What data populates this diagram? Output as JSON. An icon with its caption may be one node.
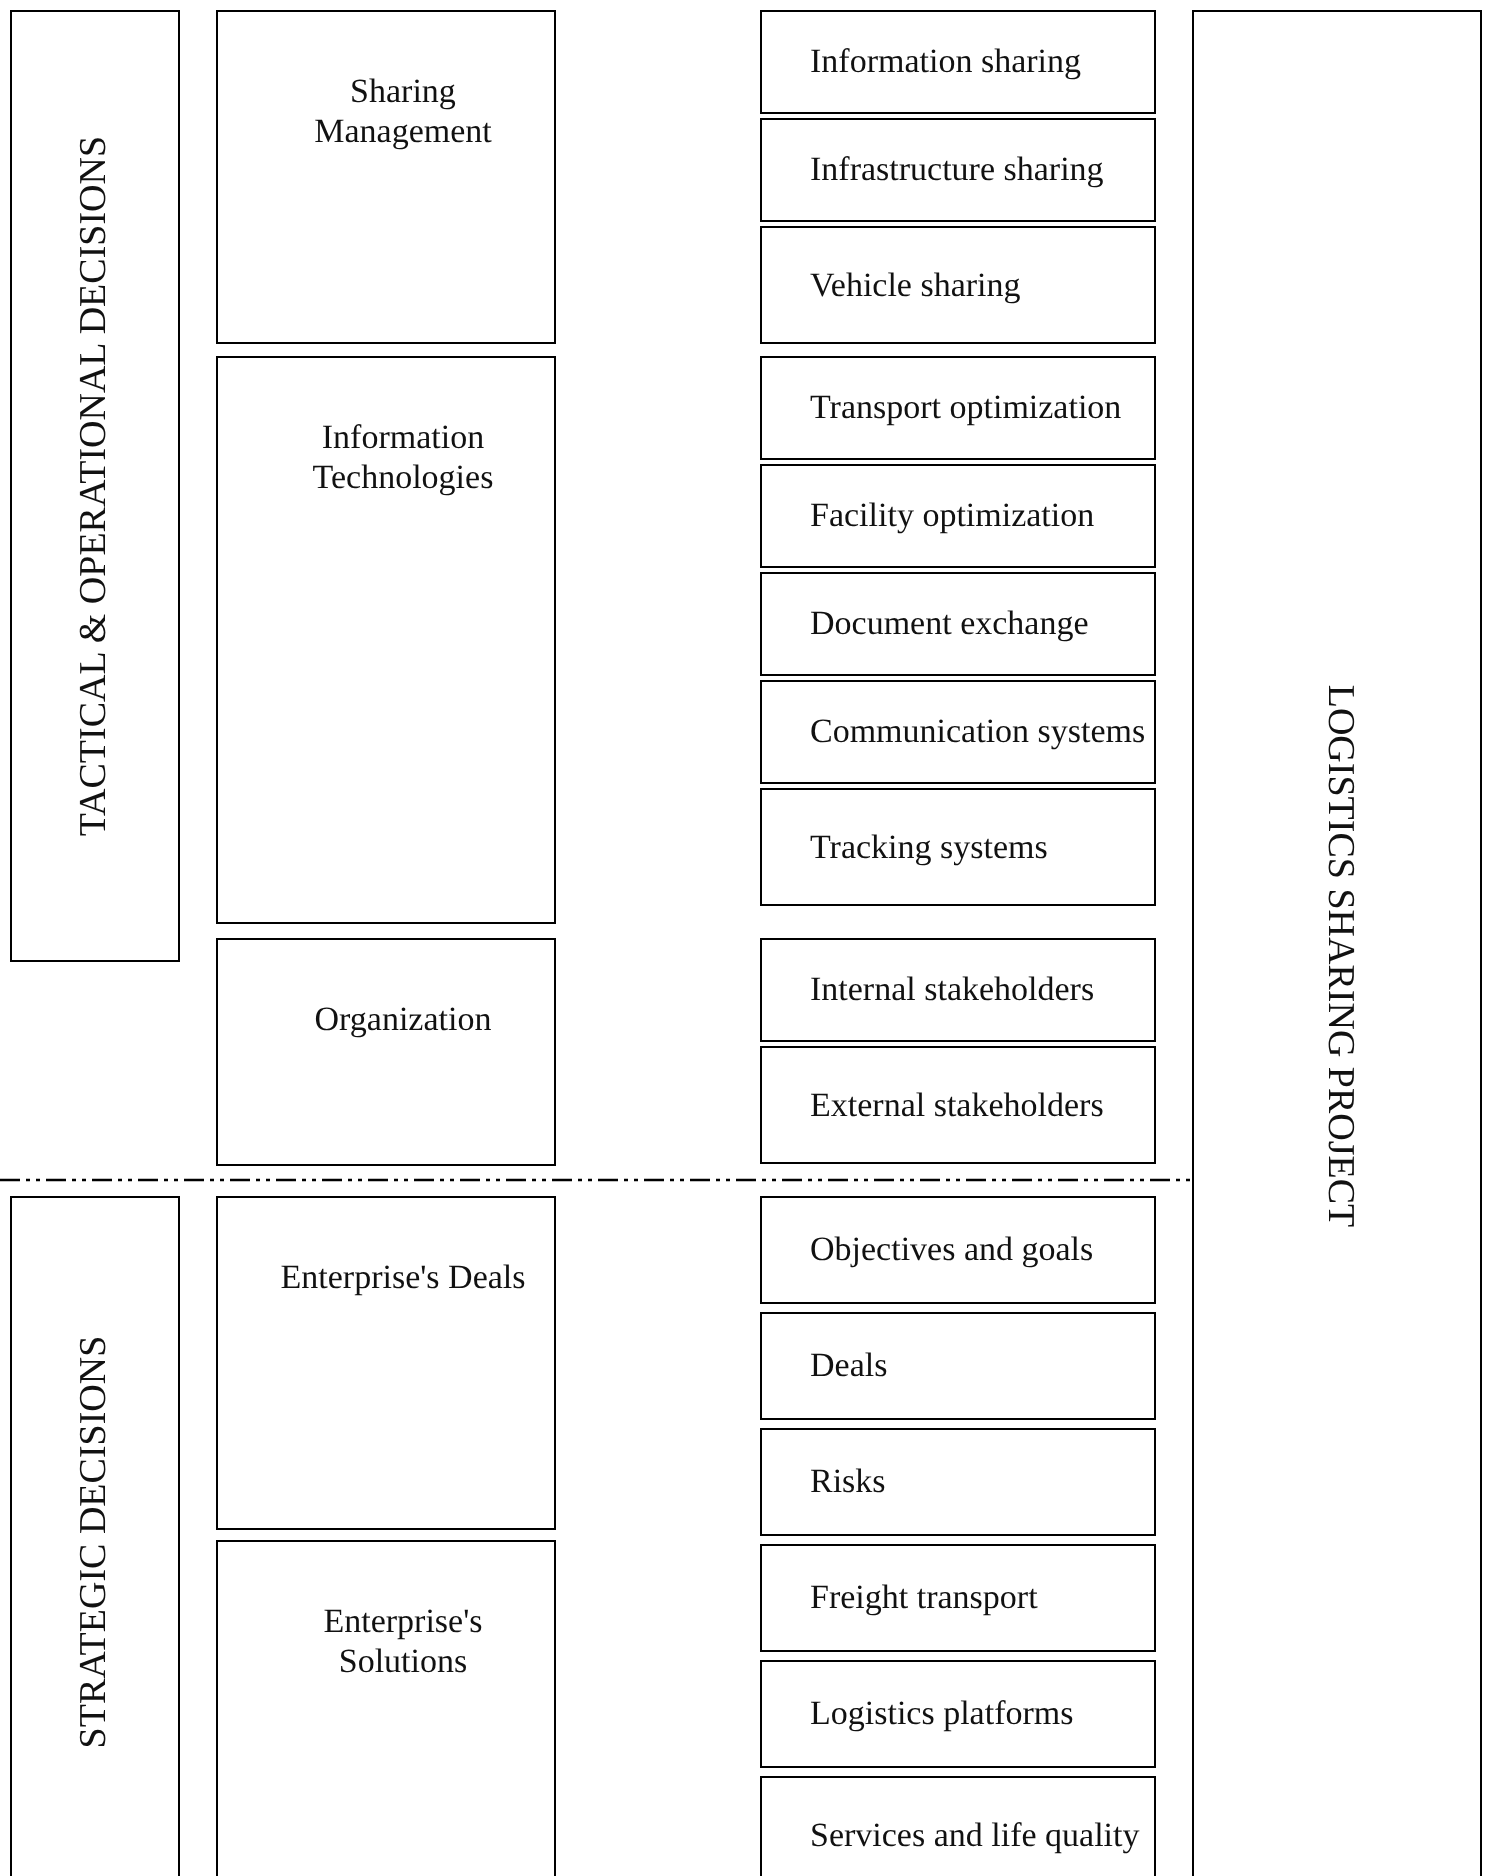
{
  "diagram": {
    "nodes": [
      {
        "text": [
          "TACTICAL & OPERATIONAL DECISIONS"
        ]
      },
      {
        "text": [
          "STRATEGIC DECISIONS"
        ]
      },
      {
        "text": [
          "Sharing Management"
        ]
      },
      {
        "text": [
          "Information sharing"
        ]
      },
      {
        "text": [
          "Infrastructure sharing"
        ]
      },
      {
        "text": [
          "Vehicle sharing"
        ]
      },
      {
        "text": [
          "Information Technologies"
        ]
      },
      {
        "text": [
          "Transport optimization"
        ]
      },
      {
        "text": [
          "Facility optimization"
        ]
      },
      {
        "text": [
          "Document exchange"
        ]
      },
      {
        "text": [
          "Communication systems"
        ]
      },
      {
        "text": [
          "Tracking systems"
        ]
      },
      {
        "text": [
          "Organization"
        ]
      },
      {
        "text": [
          "Internal stakeholders"
        ]
      },
      {
        "text": [
          "External stakeholders"
        ]
      },
      {
        "text": [
          "Enterprise's Deals"
        ]
      },
      {
        "text": [
          "Objectives and goals"
        ]
      },
      {
        "text": [
          "Deals"
        ]
      },
      {
        "text": [
          "Risks"
        ]
      },
      {
        "text": [
          "Enterprise's Solutions"
        ]
      },
      {
        "text": [
          "Freight transport"
        ]
      },
      {
        "text": [
          "Logistics platforms"
        ]
      },
      {
        "text": [
          "Services and life quality"
        ]
      },
      {
        "text": [
          "LOGISTICS SHARING PROJECT"
        ]
      }
    ],
    "edges": []
  }
}
